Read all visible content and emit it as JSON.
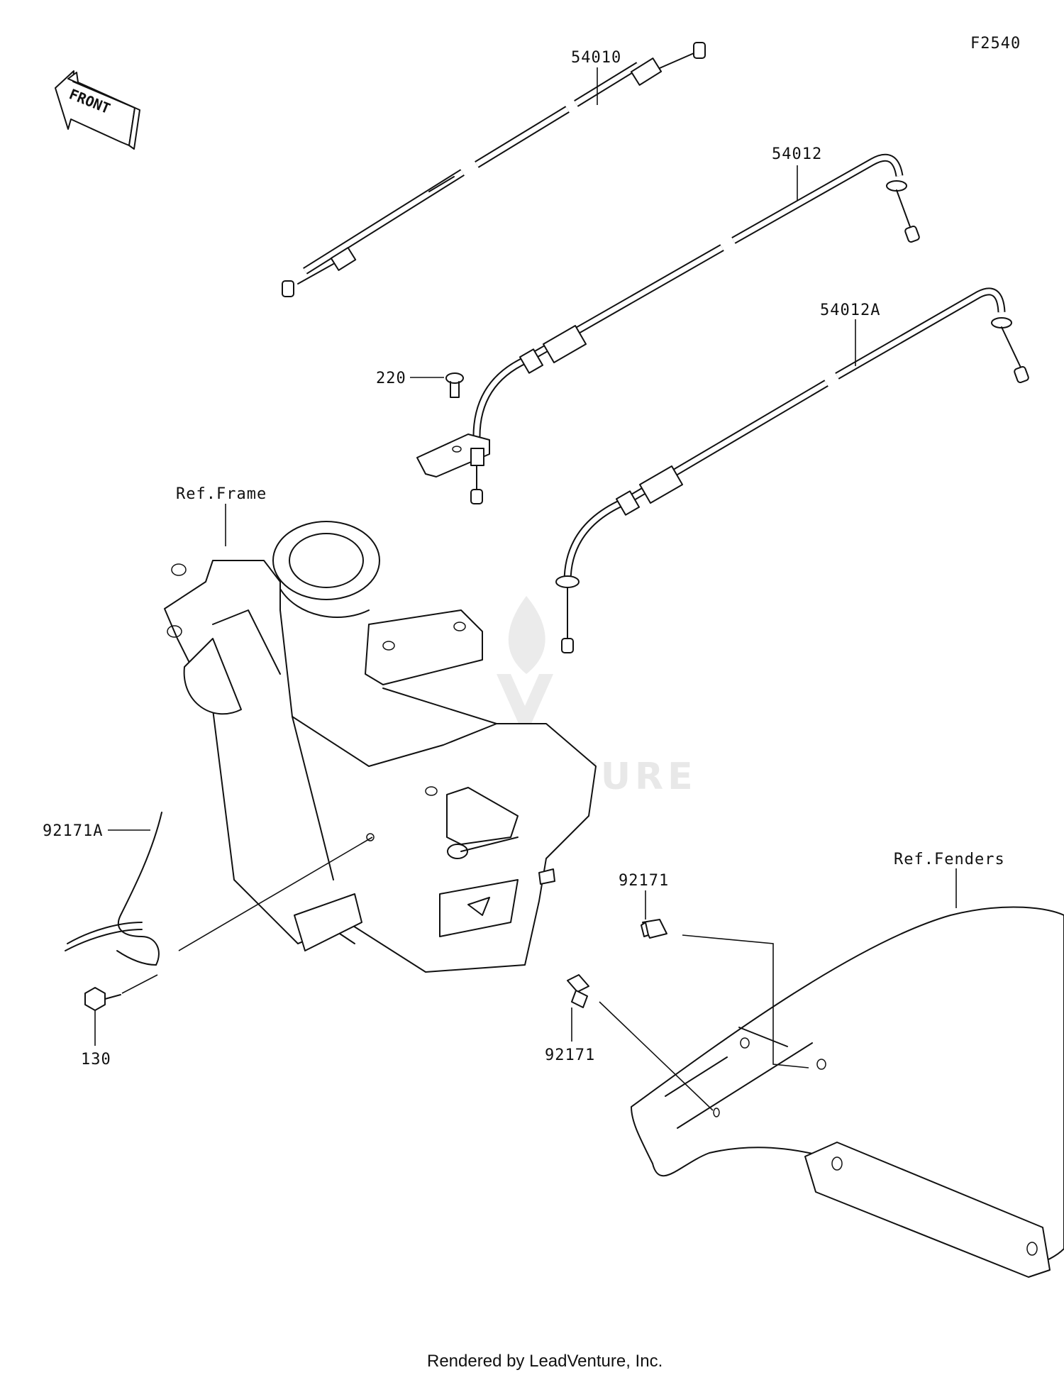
{
  "diagram_code": "F2540",
  "front_label": "FRONT",
  "watermark": "LEADVENTURE",
  "footer": "Rendered by LeadVenture, Inc.",
  "parts": {
    "cable_54010": "54010",
    "cable_54012": "54012",
    "cable_54012a": "54012A",
    "screw_220": "220",
    "clamp_92171a": "92171A",
    "bolt_130": "130",
    "clip_92171_upper": "92171",
    "clip_92171_lower": "92171"
  },
  "references": {
    "frame": "Ref.Frame",
    "fenders": "Ref.Fenders"
  }
}
